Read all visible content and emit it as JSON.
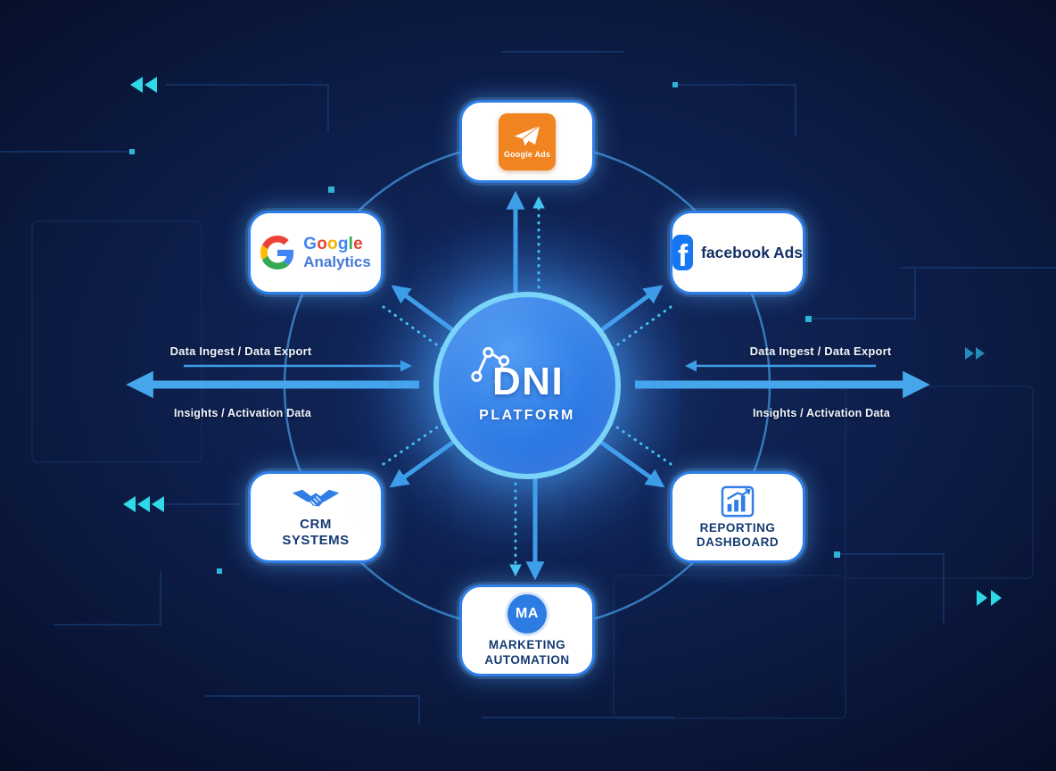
{
  "diagram": {
    "hub": {
      "title": "DNI",
      "subtitle": "PLATFORM"
    },
    "nodes": {
      "google_ads": {
        "label": "Google Ads"
      },
      "google_analytics": {
        "letters": [
          "G",
          "o",
          "o",
          "g",
          "l",
          "e"
        ],
        "product": "Analytics"
      },
      "facebook_ads": {
        "icon_letter": "f",
        "brand": "facebook",
        "product": "Ads"
      },
      "crm": {
        "line1": "CRM",
        "line2": "SYSTEMS"
      },
      "reporting": {
        "line1": "REPORTING",
        "line2": "DASHBOARD"
      },
      "marketing_automation": {
        "badge": "MA",
        "line1": "MARKETING",
        "line2": "AUTOMATION"
      }
    },
    "flow_labels": {
      "left_top": "Data Ingest / Data Export",
      "left_bottom": "Insights / Activation Data",
      "right_top": "Data Ingest / Data Export",
      "right_bottom": "Insights / Activation Data"
    },
    "colors": {
      "background": "#0d1e4a",
      "hub_fill": "#2e7be5",
      "hub_ring": "#7ad3f8",
      "node_border": "#2e7ee8",
      "arrow_blue": "#3f9fe8",
      "dashed_cyan": "#45c6f1",
      "accent_cyan": "#2fd9e7",
      "google_ads_orange": "#f08421",
      "facebook_blue": "#1877f2",
      "label_navy": "#143a72",
      "google_blue": "#4285F4",
      "google_red": "#EA4335",
      "google_yellow": "#F4B400",
      "google_green": "#34A853"
    }
  }
}
